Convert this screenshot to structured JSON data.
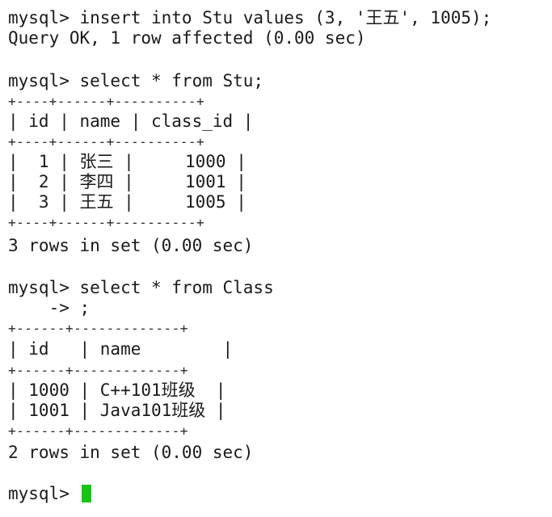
{
  "terminal": {
    "lines": [
      {
        "text": "mysql> insert into Stu values (3, '王五', 1005);"
      },
      {
        "text": "Query OK, 1 row affected (0.00 sec)"
      },
      {
        "text": ""
      },
      {
        "text": "mysql> select * from Stu;"
      },
      {
        "text": "+----+------+----------+"
      },
      {
        "text": "| id | name | class_id |"
      },
      {
        "text": "+----+------+----------+"
      },
      {
        "text": "|  1 | 张三 |     1000 |"
      },
      {
        "text": "|  2 | 李四 |     1001 |"
      },
      {
        "text": "|  3 | 王五 |     1005 |"
      },
      {
        "text": "+----+------+----------+"
      },
      {
        "text": "3 rows in set (0.00 sec)"
      },
      {
        "text": ""
      },
      {
        "text": "mysql> select * from Class"
      },
      {
        "text": "    -> ;"
      },
      {
        "text": "+------+-------------+"
      },
      {
        "text": "| id   | name        |"
      },
      {
        "text": "+------+-------------+"
      },
      {
        "text": "| 1000 | C++101班级  |"
      },
      {
        "text": "| 1001 | Java101班级 |"
      },
      {
        "text": "+------+-------------+"
      },
      {
        "text": "2 rows in set (0.00 sec)"
      },
      {
        "text": ""
      },
      {
        "text": "mysql> "
      }
    ]
  },
  "colors": {
    "background": "#ffffff",
    "text": "#1a1a1a",
    "cursor": "#18c418"
  }
}
